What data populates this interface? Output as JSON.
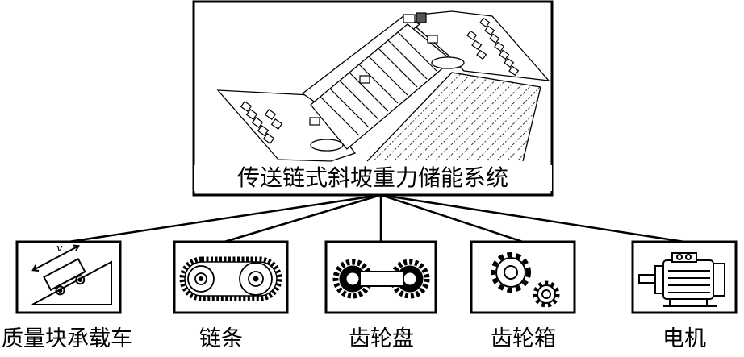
{
  "system": {
    "title": "传送链式斜坡重力储能系统"
  },
  "components": [
    {
      "id": "carrier",
      "label": "质量块承载车",
      "icon": "inclined-cart-icon",
      "symbol": "v"
    },
    {
      "id": "chain",
      "label": "链条",
      "icon": "chain-drive-icon"
    },
    {
      "id": "sprocket",
      "label": "齿轮盘",
      "icon": "sprocket-pair-icon"
    },
    {
      "id": "gearbox",
      "label": "齿轮箱",
      "icon": "gears-icon"
    },
    {
      "id": "motor",
      "label": "电机",
      "icon": "electric-motor-icon"
    }
  ]
}
